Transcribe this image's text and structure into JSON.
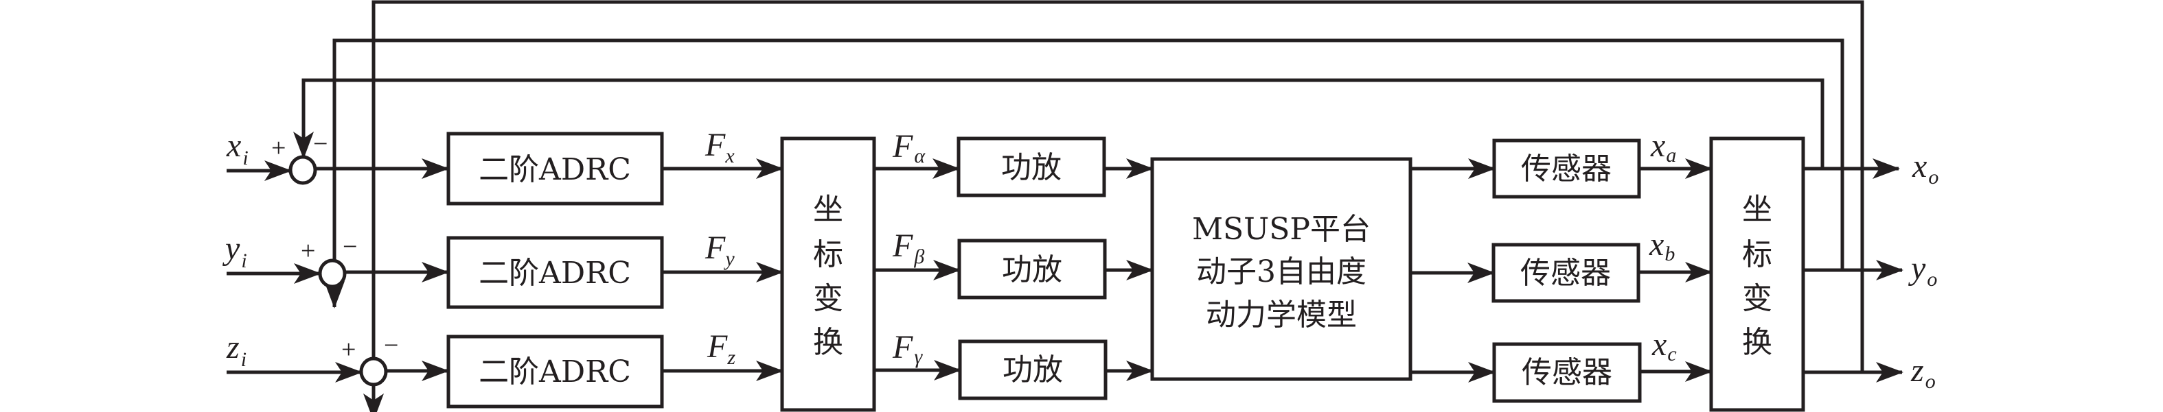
{
  "diagram": {
    "type": "control-block-diagram",
    "inputs": [
      {
        "var": "x",
        "sub": "i"
      },
      {
        "var": "y",
        "sub": "i"
      },
      {
        "var": "z",
        "sub": "i"
      }
    ],
    "summing_junctions": [
      {
        "plus": "+",
        "minus": "−"
      },
      {
        "plus": "+",
        "minus": "−"
      },
      {
        "plus": "+",
        "minus": "−"
      }
    ],
    "controllers": [
      {
        "label": "二阶ADRC"
      },
      {
        "label": "二阶ADRC"
      },
      {
        "label": "二阶ADRC"
      }
    ],
    "controller_outputs": [
      {
        "var": "F",
        "sub": "x"
      },
      {
        "var": "F",
        "sub": "y"
      },
      {
        "var": "F",
        "sub": "z"
      }
    ],
    "coord_transform_1": {
      "chars": [
        "坐",
        "标",
        "变",
        "换"
      ]
    },
    "transform_outputs": [
      {
        "var": "F",
        "sub": "α"
      },
      {
        "var": "F",
        "sub": "β"
      },
      {
        "var": "F",
        "sub": "γ"
      }
    ],
    "amplifiers": [
      {
        "label": "功放"
      },
      {
        "label": "功放"
      },
      {
        "label": "功放"
      }
    ],
    "plant": {
      "lines": [
        "MSUSP平台",
        "动子3自由度",
        "动力学模型"
      ]
    },
    "sensors": [
      {
        "label": "传感器"
      },
      {
        "label": "传感器"
      },
      {
        "label": "传感器"
      }
    ],
    "sensor_outputs": [
      {
        "var": "x",
        "sub": "a"
      },
      {
        "var": "x",
        "sub": "b"
      },
      {
        "var": "x",
        "sub": "c"
      }
    ],
    "coord_transform_2": {
      "chars": [
        "坐",
        "标",
        "变",
        "换"
      ]
    },
    "outputs": [
      {
        "var": "x",
        "sub": "o"
      },
      {
        "var": "y",
        "sub": "o"
      },
      {
        "var": "z",
        "sub": "o"
      }
    ],
    "edges": [
      {
        "from": "input-x",
        "to": "sum-1"
      },
      {
        "from": "input-y",
        "to": "sum-2"
      },
      {
        "from": "input-z",
        "to": "sum-3"
      },
      {
        "from": "sum-1",
        "to": "adrc-1"
      },
      {
        "from": "sum-2",
        "to": "adrc-2"
      },
      {
        "from": "sum-3",
        "to": "adrc-3"
      },
      {
        "from": "adrc-1",
        "to": "coord-transform-1",
        "label": "Fx"
      },
      {
        "from": "adrc-2",
        "to": "coord-transform-1",
        "label": "Fy"
      },
      {
        "from": "adrc-3",
        "to": "coord-transform-1",
        "label": "Fz"
      },
      {
        "from": "coord-transform-1",
        "to": "amp-1",
        "label": "Fα"
      },
      {
        "from": "coord-transform-1",
        "to": "amp-2",
        "label": "Fβ"
      },
      {
        "from": "coord-transform-1",
        "to": "amp-3",
        "label": "Fγ"
      },
      {
        "from": "amp-1",
        "to": "plant"
      },
      {
        "from": "amp-2",
        "to": "plant"
      },
      {
        "from": "amp-3",
        "to": "plant"
      },
      {
        "from": "plant",
        "to": "sensor-1"
      },
      {
        "from": "plant",
        "to": "sensor-2"
      },
      {
        "from": "plant",
        "to": "sensor-3"
      },
      {
        "from": "sensor-1",
        "to": "coord-transform-2",
        "label": "xa"
      },
      {
        "from": "sensor-2",
        "to": "coord-transform-2",
        "label": "xb"
      },
      {
        "from": "sensor-3",
        "to": "coord-transform-2",
        "label": "xc"
      },
      {
        "from": "coord-transform-2",
        "to": "output-x"
      },
      {
        "from": "coord-transform-2",
        "to": "output-y"
      },
      {
        "from": "coord-transform-2",
        "to": "output-z"
      },
      {
        "from": "output-x",
        "to": "sum-1",
        "type": "negative-feedback"
      },
      {
        "from": "output-y",
        "to": "sum-2",
        "type": "negative-feedback"
      },
      {
        "from": "output-z",
        "to": "sum-3",
        "type": "negative-feedback"
      }
    ]
  }
}
